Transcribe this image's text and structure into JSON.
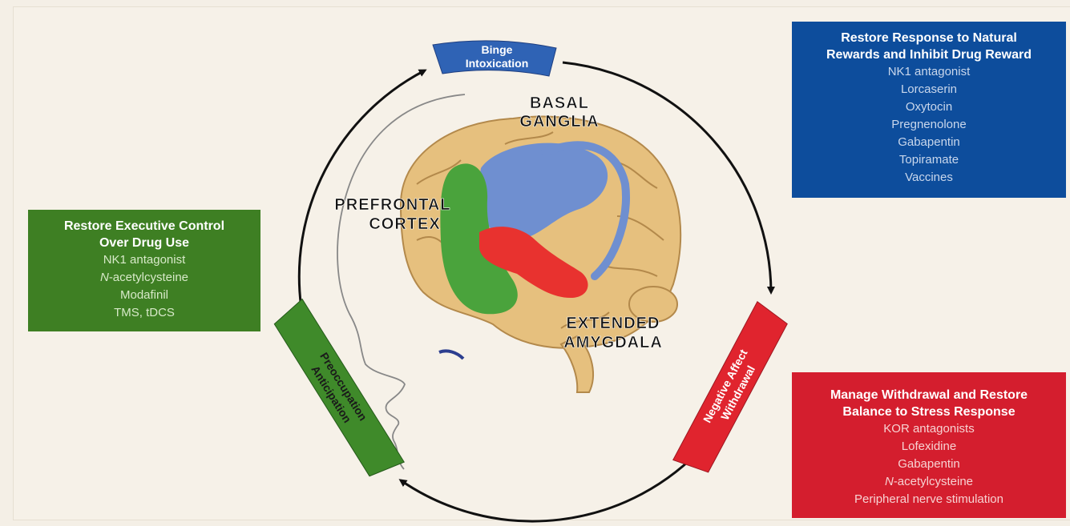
{
  "stages": {
    "binge": {
      "line1": "Binge",
      "line2": "Intoxication",
      "color": "#2f63b5"
    },
    "negative_affect": {
      "line1": "Negative Affect",
      "line2": "Withdrawal",
      "color": "#e0242e"
    },
    "preoccupation": {
      "line1": "Preoccupation",
      "line2": "Anticipation",
      "color": "#3f8a2a"
    }
  },
  "brain_regions": {
    "basal_ganglia": {
      "line1": "Basal",
      "line2": "Ganglia",
      "color": "#6f8fd0"
    },
    "prefrontal_cortex": {
      "line1": "Prefrontal",
      "line2": "Cortex",
      "color": "#4aa33c"
    },
    "extended_amygdala": {
      "line1": "Extended",
      "line2": "Amygdala",
      "color": "#e8322f"
    }
  },
  "panels": {
    "reward": {
      "title_line1": "Restore Response to Natural",
      "title_line2": "Rewards and Inhibit Drug Reward",
      "items": [
        "NK1 antagonist",
        "Lorcaserin",
        "Oxytocin",
        "Pregnenolone",
        "Gabapentin",
        "Topiramate",
        "Vaccines"
      ],
      "color": "#0d4d9c"
    },
    "executive": {
      "title_line1": "Restore Executive Control",
      "title_line2": "Over Drug Use",
      "items": [
        "NK1 antagonist",
        "N-acetylcysteine",
        "Modafinil",
        "TMS, tDCS"
      ],
      "color": "#3e7f23"
    },
    "withdrawal": {
      "title_line1": "Manage Withdrawal and Restore",
      "title_line2": "Balance to Stress Response",
      "items": [
        "KOR antagonists",
        "Lofexidine",
        "Gabapentin",
        "N-acetylcysteine",
        "Peripheral nerve stimulation"
      ],
      "color": "#d41e2e"
    }
  }
}
